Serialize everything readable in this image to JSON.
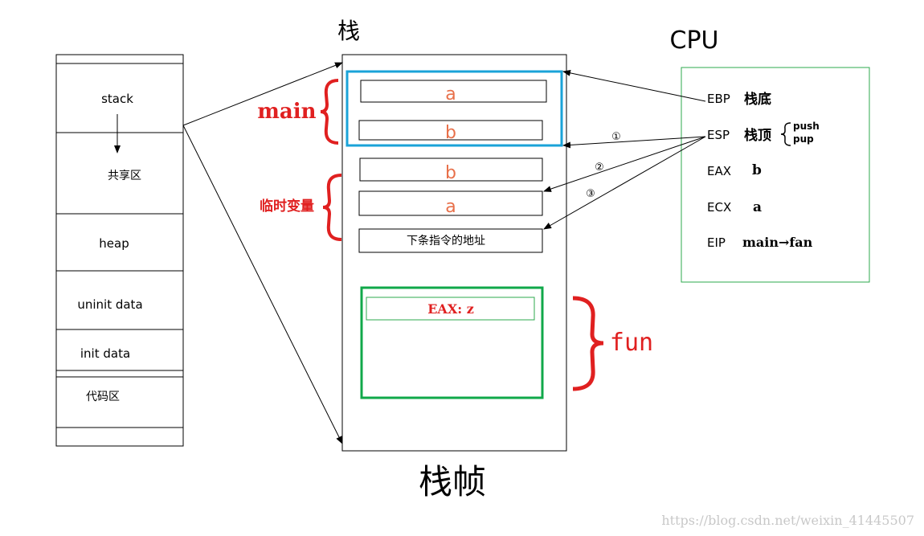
{
  "memory_layout": {
    "stack_label": "stack",
    "shared_label": "共享区",
    "heap_label": "heap",
    "uninit_label": "uninit data",
    "init_label": "init data",
    "code_label": "代码区"
  },
  "stack": {
    "top_label": "栈",
    "bottom_label": "栈帧",
    "main_label": "main",
    "temp_label": "临时变量",
    "fun_label": "fun",
    "main_frame": {
      "cell_a": "a",
      "cell_b": "b"
    },
    "temp_cells": [
      "b",
      "a"
    ],
    "return_addr": "下条指令的地址",
    "fun_frame": {
      "eax_cell": "EAX: z"
    }
  },
  "cpu": {
    "title": "CPU",
    "registers": [
      {
        "name": "EBP",
        "value": "栈底"
      },
      {
        "name": "ESP",
        "value": "栈顶"
      },
      {
        "name": "EAX",
        "value": "b"
      },
      {
        "name": "ECX",
        "value": "a"
      },
      {
        "name": "EIP",
        "value": "main→fan"
      }
    ],
    "push_label": "push",
    "pop_label": "pup"
  },
  "steps": [
    "①",
    "②",
    "③"
  ],
  "watermark": "https://blog.csdn.net/weixin_41445507",
  "colors": {
    "main_frame": "#1aa3d8",
    "fun_frame": "#10a84a",
    "annotation_red": "#e02020",
    "cell_text_orange": "#e8704a",
    "cpu_border": "#2ea84e"
  }
}
